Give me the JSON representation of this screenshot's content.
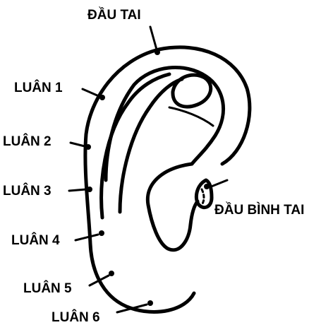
{
  "labels": {
    "dau_tai": "ĐẦU TAI",
    "luan_1": "LUÂN 1",
    "luan_2": "LUÂN 2",
    "luan_3": "LUÂN 3",
    "luan_4": "LUÂN 4",
    "luan_5": "LUÂN 5",
    "luan_6": "LUÂN 6",
    "dau_binh_tai": "ĐẦU BÌNH TAI"
  },
  "colors": {
    "ink": "#000000",
    "background": "#ffffff"
  }
}
